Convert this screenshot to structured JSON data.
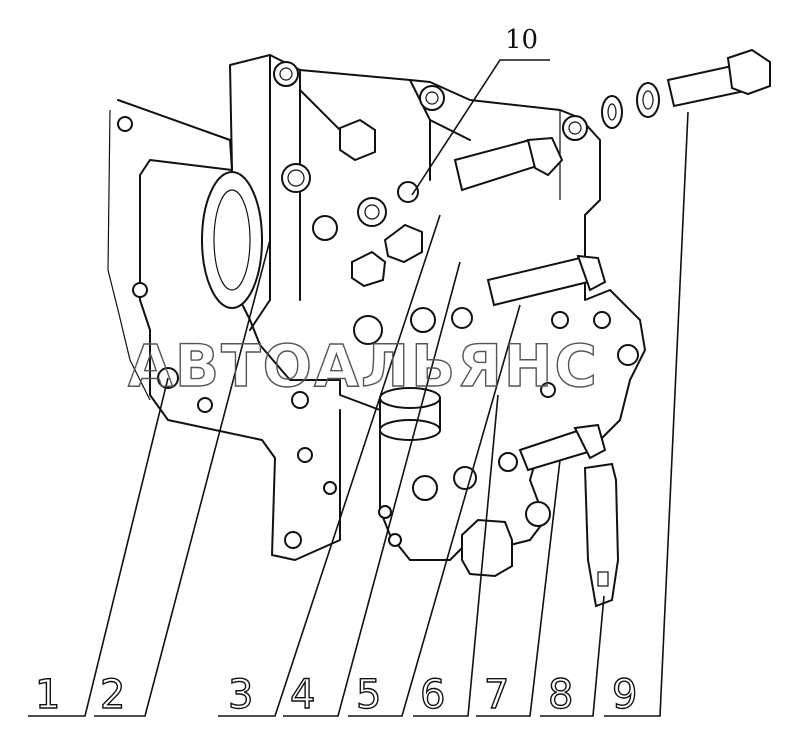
{
  "diagram": {
    "part_labels": [
      "1",
      "2",
      "3",
      "4",
      "5",
      "6",
      "7",
      "8",
      "9"
    ],
    "top_label": "10",
    "watermark": "АВТОАЛЬЯНС"
  }
}
